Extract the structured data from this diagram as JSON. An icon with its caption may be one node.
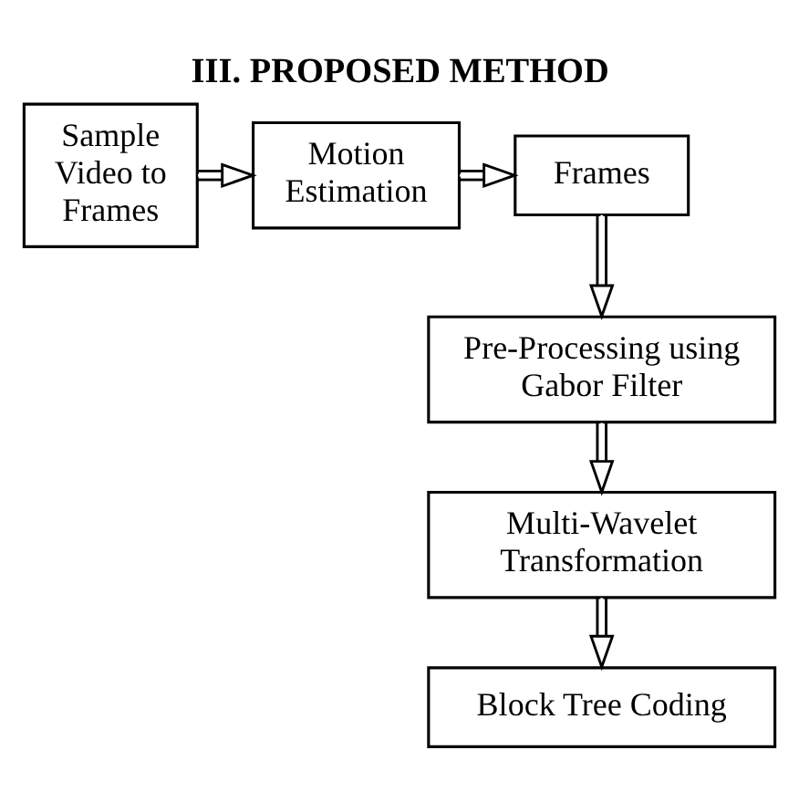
{
  "diagram": {
    "title": "III. PROPOSED METHOD",
    "nodes": [
      {
        "text": [
          "Sample Video to Frames"
        ]
      },
      {
        "text": [
          "Motion Estimation"
        ]
      },
      {
        "text": [
          "Frames"
        ]
      },
      {
        "text": [
          "Pre-Processing using Gabor Filter"
        ]
      },
      {
        "text": [
          "Multi-Wavelet Transformation"
        ]
      },
      {
        "text": [
          "Block Tree Coding"
        ]
      }
    ],
    "edges": [
      {
        "from": 0,
        "to": 1,
        "arrow": "to"
      },
      {
        "from": 1,
        "to": 2,
        "arrow": "to"
      },
      {
        "from": 2,
        "to": 3,
        "arrow": "to"
      },
      {
        "from": 3,
        "to": 4,
        "arrow": "to"
      },
      {
        "from": 4,
        "to": 5,
        "arrow": "to"
      }
    ]
  }
}
